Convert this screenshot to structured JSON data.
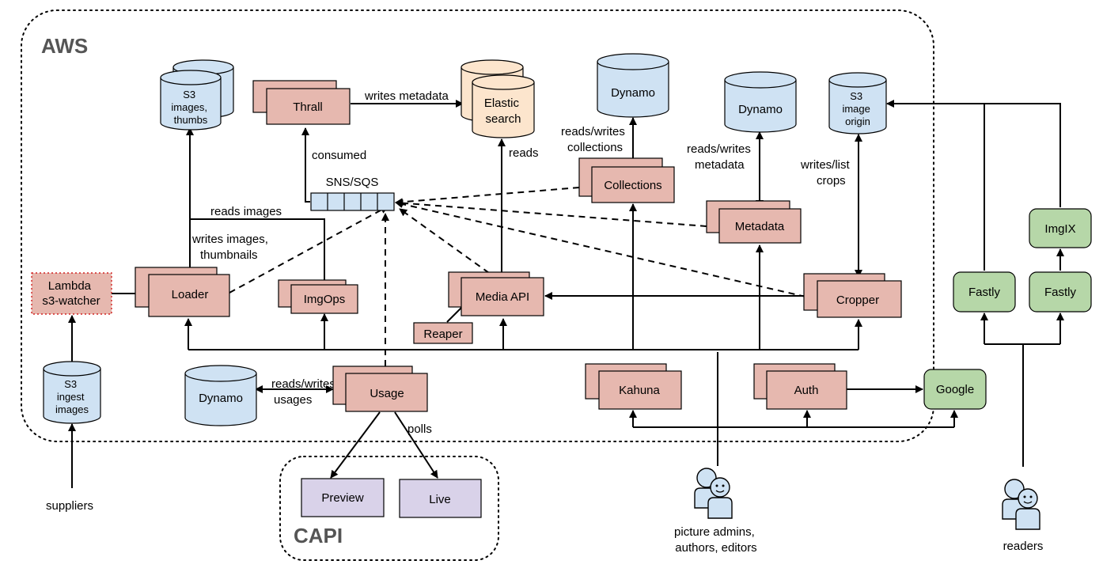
{
  "regions": {
    "aws": "AWS",
    "capi": "CAPI"
  },
  "services": {
    "thrall": "Thrall",
    "loader": "Loader",
    "imgops": "ImgOps",
    "media_api": "Media API",
    "reaper": "Reaper",
    "usage": "Usage",
    "collections": "Collections",
    "metadata": "Metadata",
    "cropper": "Cropper",
    "kahuna": "Kahuna",
    "auth": "Auth"
  },
  "stores": {
    "s3_images": [
      "S3",
      "images,",
      "thumbs"
    ],
    "elastic": [
      "Elastic",
      "search"
    ],
    "dynamo_collections": "Dynamo",
    "dynamo_metadata": "Dynamo",
    "s3_origin": [
      "S3",
      "image",
      "origin"
    ],
    "s3_ingest": [
      "S3",
      "ingest",
      "images"
    ],
    "dynamo_usage": "Dynamo"
  },
  "queue": "SNS/SQS",
  "lambda": [
    "Lambda",
    "s3-watcher"
  ],
  "external": {
    "google": "Google",
    "imgix": "ImgIX",
    "fastly_left": "Fastly",
    "fastly_right": "Fastly"
  },
  "capi_nodes": {
    "preview": "Preview",
    "live": "Live"
  },
  "edge_labels": {
    "writes_metadata": "writes metadata",
    "consumed": "consumed",
    "reads": "reads",
    "reads_images": "reads images",
    "writes_images": [
      "writes images,",
      "thumbnails"
    ],
    "rw_collections": [
      "reads/writes",
      "collections"
    ],
    "rw_metadata": [
      "reads/writes",
      "metadata"
    ],
    "writes_list_crops": [
      "writes/list",
      "crops"
    ],
    "rw_usages": [
      "reads/writes",
      "usages"
    ],
    "polls": "polls"
  },
  "actors": {
    "suppliers": "suppliers",
    "admins": [
      "picture admins,",
      "authors, editors"
    ],
    "readers": "readers"
  }
}
